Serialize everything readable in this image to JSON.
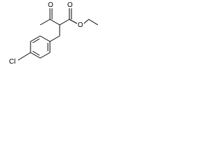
{
  "molecule": {
    "atoms": {
      "ketone_oxygen": "O",
      "ester_carbonyl_oxygen": "O",
      "ester_ether_oxygen": "O",
      "chlorine": "Cl"
    }
  }
}
